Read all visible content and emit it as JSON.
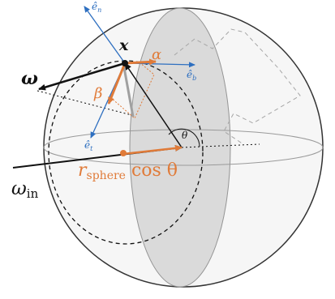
{
  "colors": {
    "orange": "#e07b39",
    "blue": "#2e6fc0",
    "black": "#111111",
    "gray_fill": "#d7d7d7",
    "gray_line": "#9a9a9a"
  },
  "labels": {
    "x": "x",
    "omega": "ω",
    "omega_in_base": "ω",
    "omega_in_sub": "in",
    "alpha": "α",
    "beta": "β",
    "theta": "θ",
    "e_n": "ê",
    "e_n_sub": "n",
    "e_b": "ê",
    "e_b_sub": "b",
    "e_t": "ê",
    "e_t_sub": "t",
    "r_base": "r",
    "r_sub": "sphere",
    "cos_theta": " cos θ"
  }
}
